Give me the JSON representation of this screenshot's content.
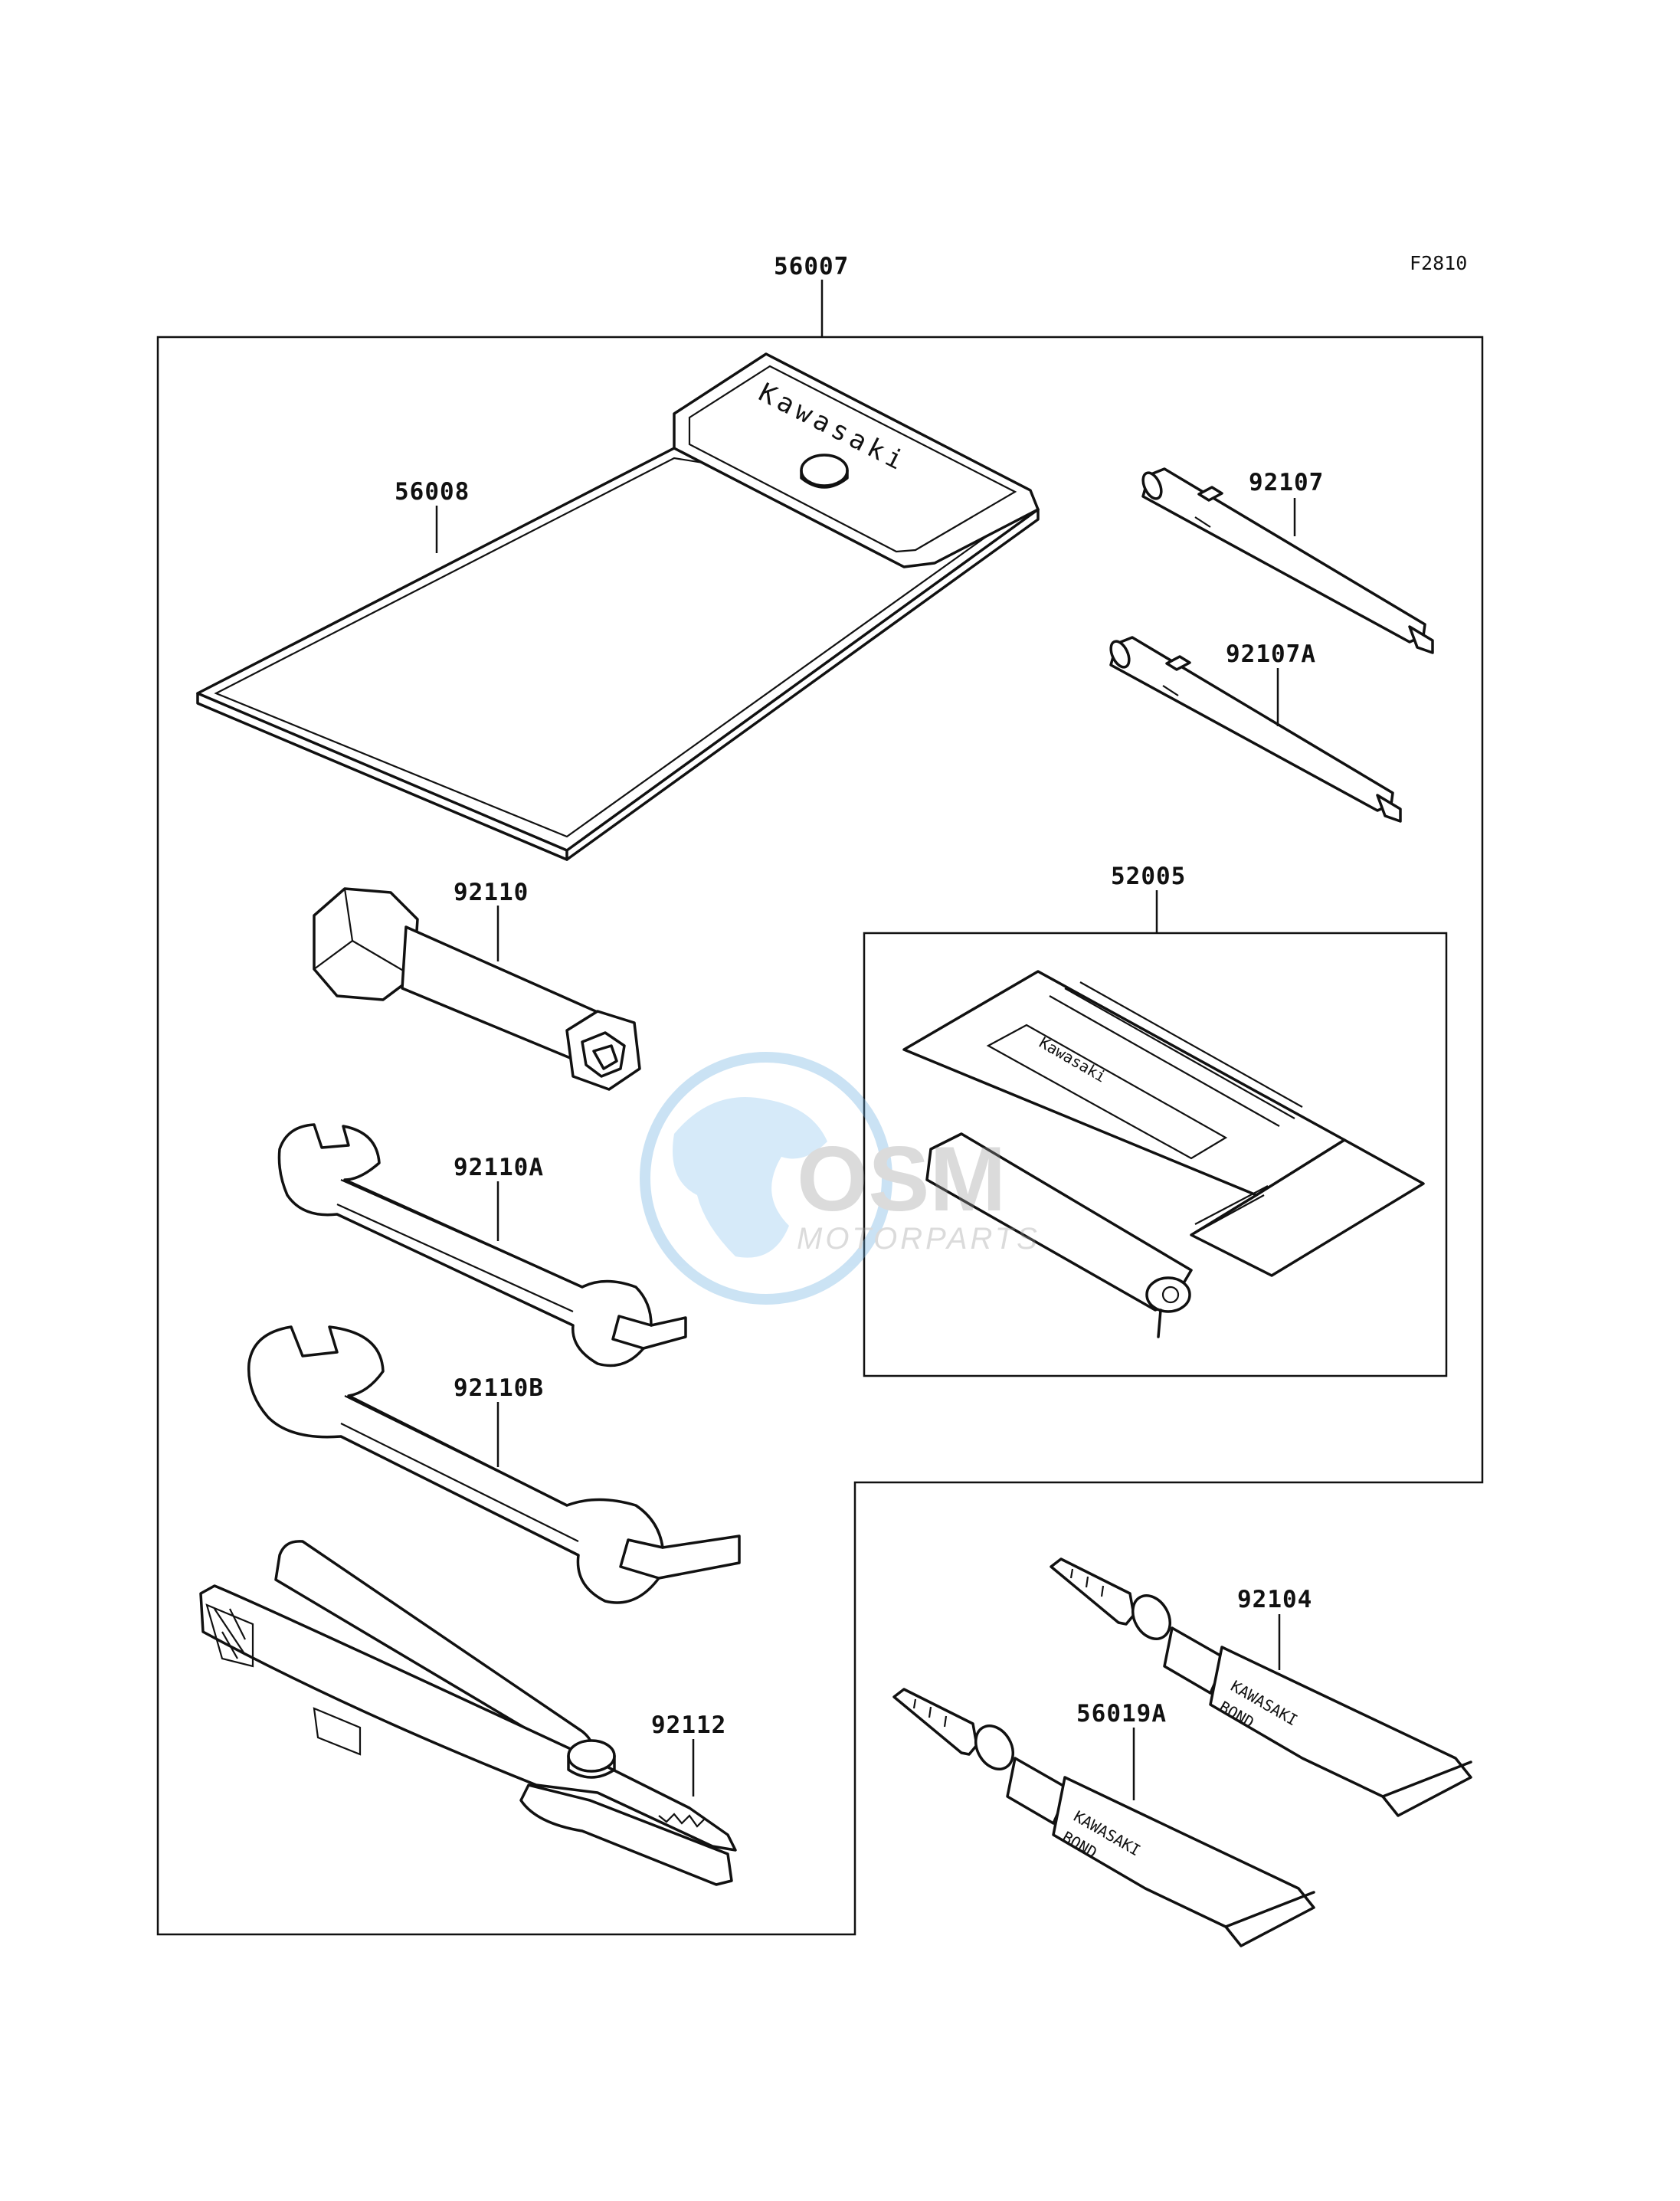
{
  "figure_ref": "F2810",
  "parts": {
    "kit": "56007",
    "pouch": "56008",
    "screwdriver": "92107",
    "screwdriver_a": "92107A",
    "plug_wrench": "92110",
    "wrench_a": "92110A",
    "wrench_b": "92110B",
    "pliers": "92112",
    "repair_kit": "52005",
    "bond": "92104",
    "bond_a": "56019A"
  },
  "product_text": {
    "pouch_brand": "Kawasaki",
    "kit_brand": "Kawasaki",
    "tube_brand": "KAWASAKI",
    "tube_product": "BOND"
  },
  "watermark": {
    "logo": "OSM",
    "tagline": "MOTORPARTS"
  }
}
